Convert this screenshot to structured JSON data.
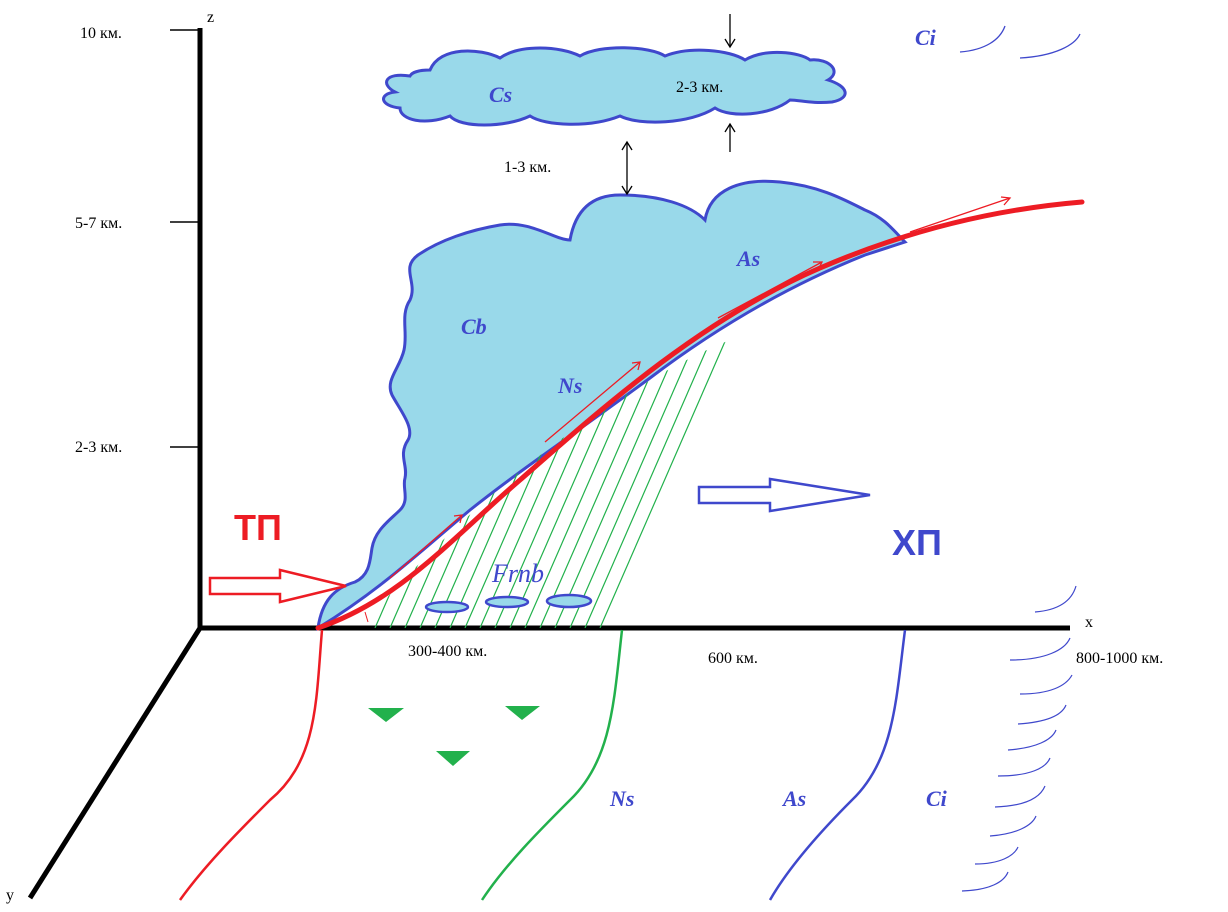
{
  "axes": {
    "z": "z",
    "x": "x",
    "y": "y"
  },
  "height_ticks": {
    "h10": "10 км.",
    "h57": "5-7 км.",
    "h23": "2-3 км."
  },
  "distances": {
    "d1": "300-400 км.",
    "d2": "600 км.",
    "d3": "800-1000 км."
  },
  "gaps": {
    "cs_thickness": "2-3 км.",
    "cs_gap": "1-3 км."
  },
  "clouds": {
    "cs": "Cs",
    "ci_top": "Ci",
    "as": "As",
    "cb": "Cb",
    "ns": "Ns",
    "frnb": "Frnb"
  },
  "ground_labels": {
    "ns": "Ns",
    "as": "As",
    "ci": "Ci"
  },
  "masses": {
    "warm": "ТП",
    "cold": "ХП"
  },
  "colors": {
    "cloud_fill": "#99d9ea",
    "cloud_stroke": "#3f48cc",
    "front": "#ed1c24",
    "precip": "#22b14c",
    "label_blue": "#3f48cc",
    "axis": "#000000"
  }
}
